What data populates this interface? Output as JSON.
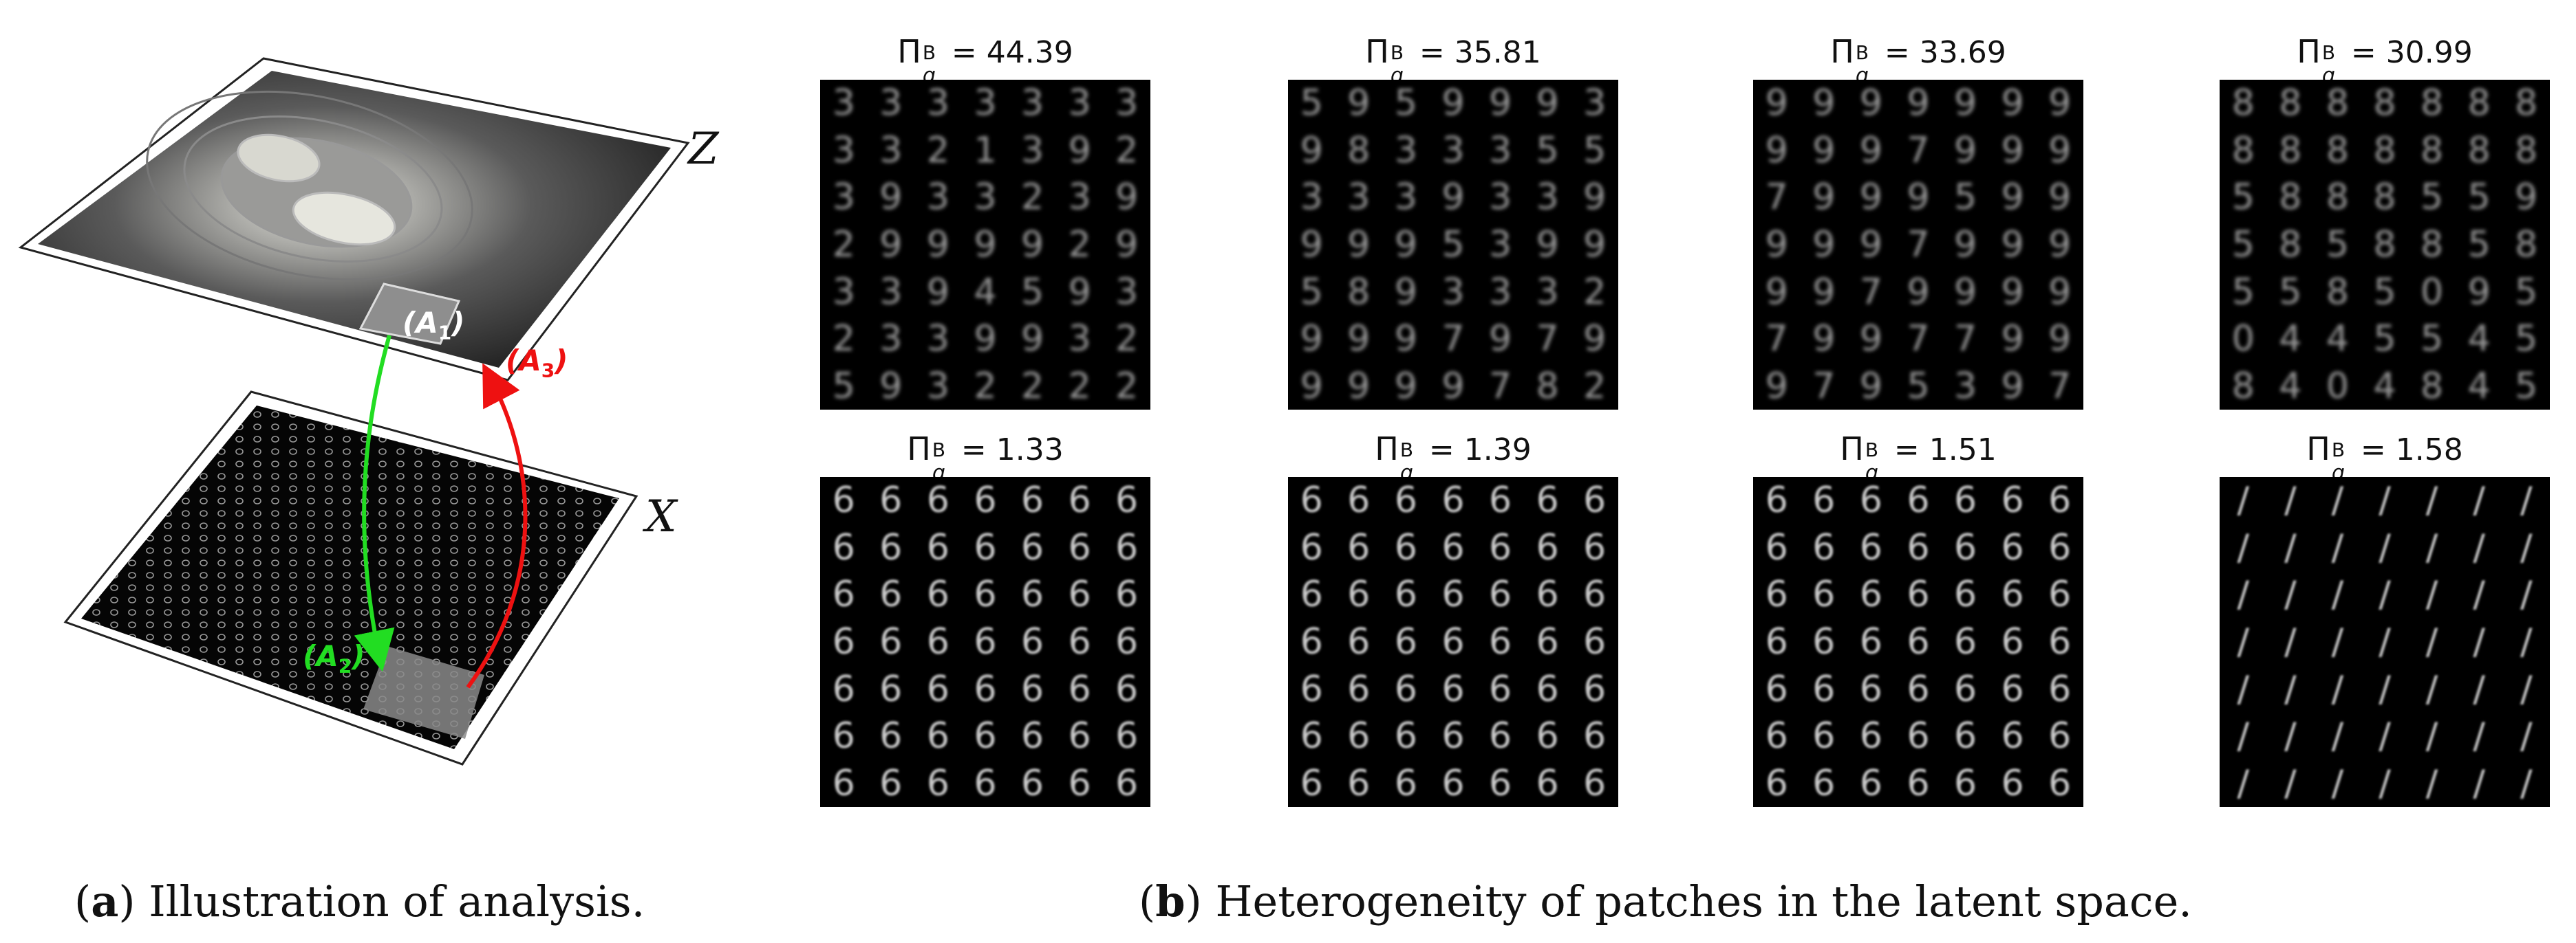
{
  "panel_a": {
    "latent_label": "Z",
    "data_label": "X",
    "ann_a1_main": "(A",
    "ann_a1_sub": "1",
    "ann_a1_end": ")",
    "ann_a2_main": "(A",
    "ann_a2_sub": "2",
    "ann_a2_end": ")",
    "ann_a3_main": "(A",
    "ann_a3_sub": "3",
    "ann_a3_end": ")",
    "colors": {
      "forward_arrow": "#22dd22",
      "backward_arrow": "#ee1111"
    }
  },
  "panel_b": {
    "pi_symbol": "Π",
    "sup": "B",
    "sub": "q",
    "eq": " = ",
    "cells": [
      {
        "value": "44.39",
        "digits": [
          "3333333",
          "3321392",
          "3933239",
          "2999929",
          "3394593",
          "2339932",
          "5932222"
        ],
        "fuzzy": true
      },
      {
        "value": "35.81",
        "digits": [
          "5959993",
          "9833355",
          "3339339",
          "9995399",
          "5893332",
          "9997979",
          "9999782"
        ],
        "fuzzy": true
      },
      {
        "value": "33.69",
        "digits": [
          "9999999",
          "9997999",
          "7999599",
          "9997999",
          "9979999",
          "7997799",
          "9795397"
        ],
        "fuzzy": true
      },
      {
        "value": "30.99",
        "digits": [
          "8888888",
          "8888888",
          "5888559",
          "5858858",
          "5585095",
          "0445545",
          "8404845"
        ],
        "fuzzy": true
      },
      {
        "value": "1.33",
        "digits": [
          "6666666",
          "6666666",
          "6666666",
          "6666666",
          "6666666",
          "6666666",
          "6666666"
        ],
        "fuzzy": false
      },
      {
        "value": "1.39",
        "digits": [
          "6666666",
          "6666666",
          "6666666",
          "6666666",
          "6666666",
          "6666666",
          "6666666"
        ],
        "fuzzy": false
      },
      {
        "value": "1.51",
        "digits": [
          "6666666",
          "6666666",
          "6666666",
          "6666666",
          "6666666",
          "6666666",
          "6666666"
        ],
        "fuzzy": false
      },
      {
        "value": "1.58",
        "digits": [
          "/////// ",
          "///////",
          "///////",
          "///////",
          "///////",
          "///////",
          "///////"
        ],
        "fuzzy": false
      }
    ]
  },
  "captions": {
    "a_letter": "a",
    "a_text": " Illustration of analysis.",
    "b_letter": "b",
    "b_text": " Heterogeneity of patches in the latent space."
  }
}
